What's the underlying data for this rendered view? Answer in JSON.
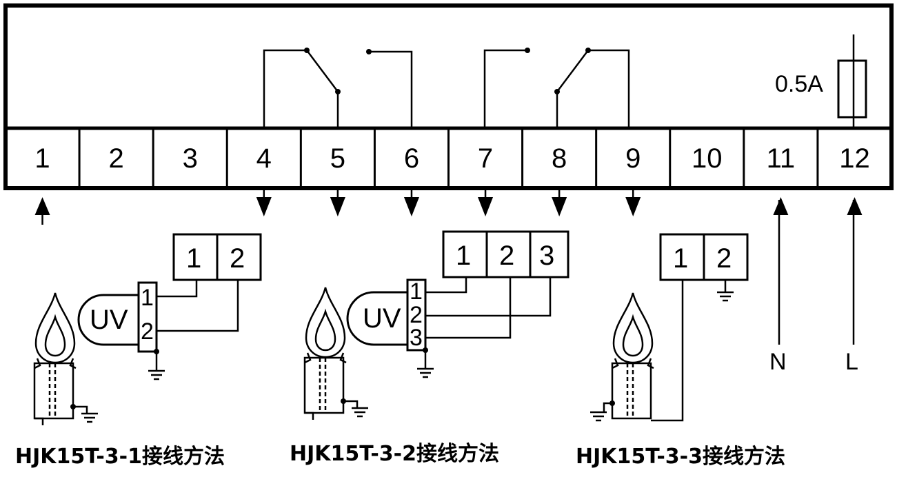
{
  "terminals": [
    "1",
    "2",
    "3",
    "4",
    "5",
    "6",
    "7",
    "8",
    "9",
    "10",
    "11",
    "12"
  ],
  "fuse_label": "0.5A",
  "supply": {
    "neutral": "N",
    "live": "L"
  },
  "uv_label": "UV",
  "configs": [
    {
      "caption": "HJK15T-3-1接线方法",
      "connector_pins": [
        "1",
        "2"
      ],
      "sensor_pins": [
        "1",
        "2"
      ]
    },
    {
      "caption": "HJK15T-3-2接线方法",
      "connector_pins": [
        "1",
        "2",
        "3"
      ],
      "sensor_pins": [
        "1",
        "2",
        "3"
      ]
    },
    {
      "caption": "HJK15T-3-3接线方法",
      "connector_pins": [
        "1",
        "2"
      ]
    }
  ]
}
